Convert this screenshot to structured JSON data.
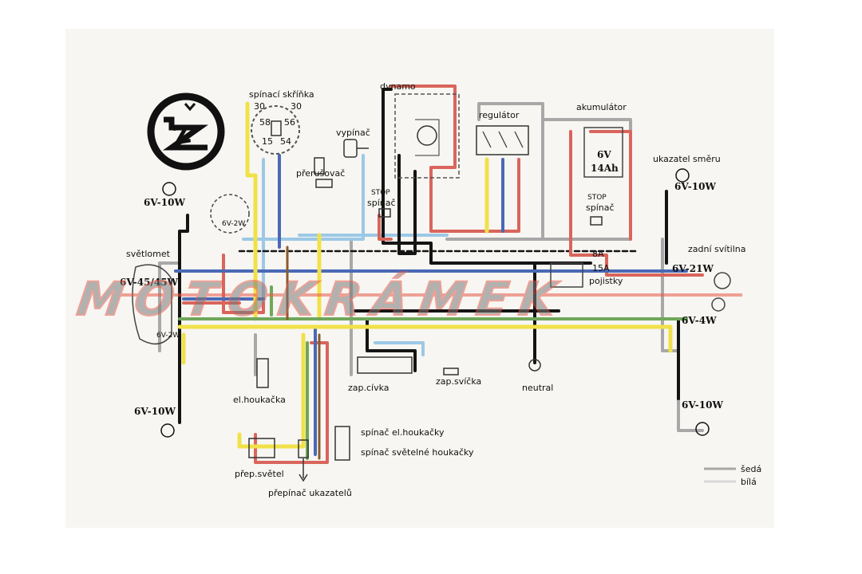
{
  "colors": {
    "black": "#141414",
    "red": "#d9655c",
    "yellow": "#f0e14a",
    "green": "#6fa75a",
    "blue": "#4a68b5",
    "lightblue": "#9cc8e6",
    "grey": "#a8a8a8",
    "brown": "#8a5a2e",
    "watermark": "#e85a4a",
    "watermark_text": "#7a7a7a"
  },
  "components": {
    "ignition_switch": {
      "label": "spínací skříňka",
      "terminals": [
        "30",
        "30",
        "58",
        "56",
        "15",
        "54"
      ]
    },
    "switch": {
      "label": "vypínač"
    },
    "breaker": {
      "label": "přerušovač"
    },
    "dynamo": {
      "label": "dynamo"
    },
    "regulator": {
      "label": "regulátor"
    },
    "battery": {
      "label": "akumulátor",
      "voltage": "6V",
      "capacity": "14Ah"
    },
    "stop_switch_1": {
      "tag": "STOP",
      "label": "spínač"
    },
    "stop_switch_2": {
      "tag": "STOP",
      "label": "spínač"
    },
    "turn_indicator": {
      "label": "ukazatel směru"
    },
    "front_left_bulb": {
      "label": "6V-10W"
    },
    "front_right_bulb": {
      "label": "6V-10W"
    },
    "headlight": {
      "label": "světlomet",
      "bulb": "6V-45/45W",
      "parking_bulb": "6V-2W"
    },
    "speedo_bulb": {
      "label": "6V-2W"
    },
    "rear_left_bulb": {
      "label": "6V-10W"
    },
    "rear_right_bulb": {
      "label": "6V-10W"
    },
    "tail_light": {
      "label": "zadní svítilna",
      "bulb_1": "6V-21W",
      "bulb_2": "6V-4W"
    },
    "fuses": {
      "amp_1": "8A",
      "amp_2": "15A",
      "label": "pojistky"
    },
    "horn": {
      "label": "el.houkačka"
    },
    "coil": {
      "label": "zap.cívka"
    },
    "spark_plug": {
      "label": "zap.svíčka"
    },
    "neutral": {
      "label": "neutral"
    },
    "horn_switch": {
      "label": "spínač el.houkačky"
    },
    "light_horn_switch": {
      "label": "spínač světelné houkačky"
    },
    "light_switch": {
      "label": "přep.světel"
    },
    "indicator_switch": {
      "label": "přepínač ukazatelů"
    }
  },
  "legend": [
    {
      "label": "šedá",
      "color": "#a8a8a8"
    },
    {
      "label": "bílá",
      "color": "#d8d8d8"
    }
  ],
  "watermark": {
    "text": "MOTOKRÁMEK"
  }
}
